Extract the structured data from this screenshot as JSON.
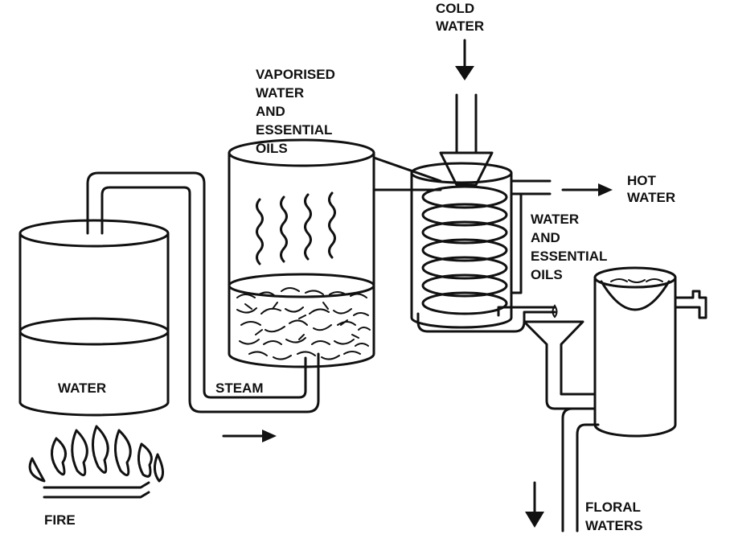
{
  "labels": {
    "cold_water": [
      "COLD",
      "WATER"
    ],
    "vaporised": [
      "VAPORISED",
      "WATER",
      "AND",
      "ESSENTIAL",
      "OILS"
    ],
    "hot_water": [
      "HOT",
      "WATER"
    ],
    "water_oils": [
      "WATER",
      "AND",
      "ESSENTIAL",
      "OILS"
    ],
    "water": "WATER",
    "steam": "STEAM",
    "fire": "FIRE",
    "floral_waters": [
      "FLORAL",
      "WATERS"
    ]
  },
  "colors": {
    "ink": "#111111",
    "background": "#ffffff"
  }
}
